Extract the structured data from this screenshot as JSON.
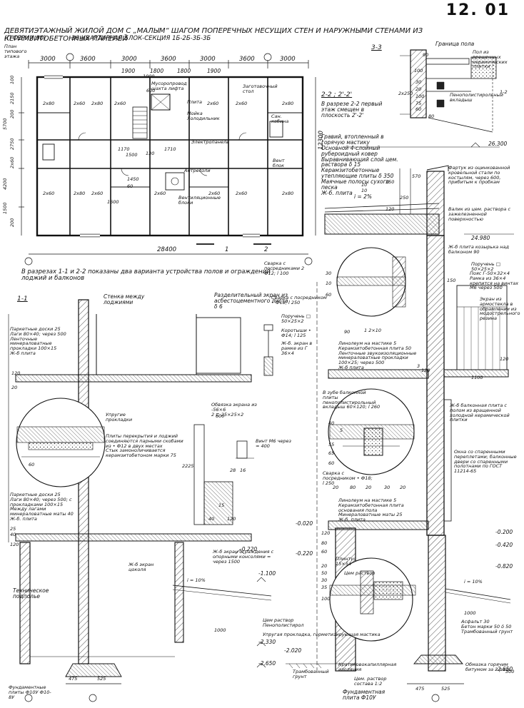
{
  "page_number": "12. 01",
  "title": "ДЕВЯТИЭТАЖНЫЙ ЖИЛОЙ ДОМ С „МАЛЫМ“ ШАГОМ ПОПЕРЕЧНЫХ НЕСУЩИХ СТЕН И НАРУЖНЫМИ СТЕНАМИ ИЗ КЕРАМЗИТОБЕТОННЫХ ПАНЕЛЕЙ",
  "subtitle_series": "(П СЕРИИ 90)",
  "subtitle_block": "36-КВАРТИРНАЯ БЛОК-СЕКЦИЯ 1Б-2Б-3Б-3Б",
  "plan": {
    "label": "План типового этажа",
    "top_dims": [
      "3000",
      "3600",
      "3000",
      "3600",
      "3000",
      "3600",
      "3000"
    ],
    "upper_dims": [
      "1900",
      "1800",
      "1800",
      "1900"
    ],
    "left_dims": [
      "100",
      "2150",
      "200",
      "5700",
      "2750",
      "2x60",
      "4200",
      "1500",
      "200"
    ],
    "right_dim": "12300",
    "bottom_dim": "28400",
    "axis_bottom": [
      "1",
      "2"
    ],
    "room_marks": [
      "2x80",
      "2x60",
      "2x80",
      "2x60",
      "2x60",
      "2x60",
      "2x80",
      "2x60",
      "2x80",
      "2x60",
      "2x60",
      "2x60",
      "2x60",
      "2x80"
    ],
    "labels": {
      "garbage": "Мусоропровод шахта лифта",
      "table": "Заготовочный стол",
      "plita": "Плита",
      "sink": "Мойка Холодильник",
      "cabin": "Сан. кабина",
      "elec": "Электропанель",
      "vent": "Вент блок",
      "antr": "Антресоли",
      "vent2": "Вентиляционные блоки"
    },
    "small_dims": [
      "1000",
      "600",
      "1170",
      "1500",
      "1710",
      "130",
      "1450",
      "1600",
      "60"
    ]
  },
  "note_sections": "В разрезах 1-1 и 2-2 показаны два варианта устройства полов и ограждений лоджий и балконов",
  "section_2_2": {
    "label": "2-2 ; 2'-2'",
    "note": "В разрезе 2-2 первый этаж смещен в плоскость 2'-2'"
  },
  "section_3_3": {
    "label": "3-3",
    "floor_border": "Граница пола",
    "floor_note": "Пол из вращенных керамических плитки",
    "insert": "Пенополистирольный вкладыш",
    "dims": [
      "90",
      "100",
      "30",
      "20",
      "100",
      "75",
      "60",
      "2x250",
      "80",
      "1-2"
    ]
  },
  "roof": {
    "layers": "Гравий, втопленный в горячую мастику\nОсновной 4-слойный рубероидный ковер\nВыравнивающий слой цем. раствора δ 15\nКерамзитобетонные утепляющие плиты δ 350\nМаячные полосы сухого песка\nЖ-б. плита",
    "slope": "i = 2%",
    "elev": "26.300",
    "apron": "Фартук из оцинкованной кровельной стали по костылям, через 600, прибитым к пробкам",
    "roll": "Валик из цем. раствора с зажелезненной поверхностью",
    "dims": [
      "10",
      "10",
      "350",
      "570",
      "250",
      "120"
    ]
  },
  "balcony": {
    "elev": "24.980",
    "slab": "Ж-б плита козырька над балконом 90",
    "railing": "Поручень □ 50×25×2",
    "belt": "Пояс Г-50×32×4\nРамка из 36×4\nкрепится на винтах М6 через 500",
    "screen": "Экран из армостекла в обрамлении из модострельного резина",
    "dims": [
      "150",
      "1100",
      "120"
    ]
  },
  "details": {
    "weld1": "Сварка с посредниками 2 Ф12; l 100",
    "weld2": "Сварка с посредником • Ф18; l 250",
    "rail": "Поручень □ 50×25×2",
    "short": "Коротыши • Ф14; l 125",
    "screen": "Ж-б. экран в рамке из Г 36×4",
    "lino1": "Линолеум на мастике 5\nКерамзитобетонная плита 50\nЛенточные звукоизоляционные минераловатные прокладки 100×25; через 500\nЖ-б плита",
    "tooth": "В зубе балконной плиты пенополистирольный вкладыш 60×120; l 260",
    "balc_slab": "Ж-б балконная плита с полом из вращенной холодной керамической плитки",
    "window": "Окна со спаренными переплетами; балконные двери со спаренными полотнами по ГОСТ 11214-65",
    "weld3": "Сварка с посредником • Ф18; l 250",
    "lino2": "Линолеум на мастике 5\nКерамзитобетонная плита основания пола\nМинераловатные маты 25\nЖ-б. плита",
    "dims": [
      "30",
      "10",
      "60",
      "1 2×10",
      "90",
      "120",
      "3",
      "5",
      "20",
      "80",
      "20",
      "30",
      "20",
      "40",
      "55",
      "65",
      "60"
    ]
  },
  "section_1_1": {
    "label": "1-1",
    "wall": "Стенка между лоджиями",
    "screen": "Разделительный экран из асбестоцементного листа δ 6",
    "floor1": "Паркетные доски 25\nЛаги 80×40; через 500\nЛенточные минераловатные прокладки 100×15\nЖ-б плита",
    "gaskets": "Упругие прокладки",
    "slabs": "Плиты перекрытия и лоджий соединяются парными скобами из • Ф12 в двух местах\nСтык замоноличивается керамзитобетоном марки 75",
    "trim": "Обвязка экрана из -56×6\n2 ⊏ 25×25×2",
    "screw": "Винт М6 через ≈ 400",
    "floor2": "Паркетные доски 25\nЛаги 80×40; через 500; с прокладками 100×15\nМежду лагами минераловатные маты 40\nЖ-б. плита",
    "rc_screen": "Ж-б экран ограждения с опорными консолями ≈ через 1500",
    "socle": "Ж-б экран цоколя",
    "basement": "Техническое подполье",
    "foundation": "Фундаментные плиты Ф10У Ф10-8У",
    "dims": [
      "120",
      "20",
      "120",
      "40",
      "25",
      "60",
      "600",
      "2225",
      "16",
      "28",
      "15",
      "120",
      "40",
      "475",
      "525",
      "1000"
    ],
    "elevs": [
      "-0.220",
      "-1.100",
      "-2.330",
      "-2.650"
    ],
    "slope": "i = 10%"
  },
  "ground": {
    "plinth": "Плинтус 15×54",
    "mortar1": "Цем раствор",
    "mortar2": "Цем раствор\nПенополистирол",
    "gasket": "Упругая прокладка, герметизирующая мастика",
    "elev_left": [
      "-0.020",
      "-0.220",
      "-2.020"
    ],
    "elev_right": [
      "-0.200",
      "-0.420",
      "-0.820",
      "-2.650"
    ],
    "slope": "i = 10%",
    "asphalt": "Асфальт 30\nБетон марки 50 δ 50\nТрамбованный грунт",
    "rammed": "Трамбованный грунт",
    "capillary": "Кратиковокапиллярная изоляция",
    "mortar3": "Цем. раствор состава 1:2",
    "coat": "Обмазка горячим битумом за 2 раза",
    "foundation": "Фундаментная плита Ф10У",
    "dims": [
      "120",
      "80",
      "60",
      "20",
      "50",
      "30",
      "35",
      "100",
      "1000",
      "475",
      "525",
      "300"
    ]
  }
}
